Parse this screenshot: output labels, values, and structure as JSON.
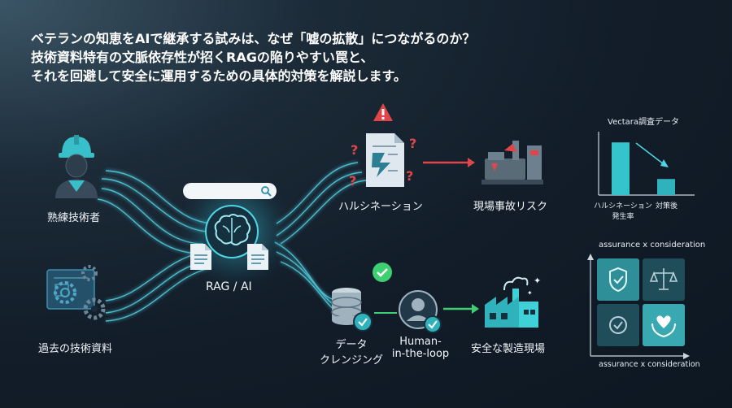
{
  "headline": {
    "line1": "ベテランの知恵をAIで継承する試みは、なぜ「嘘の拡散」につながるのか？",
    "line2": "技術資料特有の文脈依存性が招くRAGの陥りやすい罠と、",
    "line3": "それを回避して安全に運用するための具体的対策を解説します。"
  },
  "nodes": {
    "expert": "熟練技術者",
    "documents": "過去の技術資料",
    "rag": "RAG / AI",
    "hallucination": "ハルシネーション",
    "risk": "現場事故リスク",
    "data_cleansing_1": "データ",
    "data_cleansing_2": "クレンジング",
    "human_1": "Human-",
    "human_2": "in-the-loop",
    "safe": "安全な製造現場"
  },
  "chart_data": {
    "type": "bar",
    "title": "Vectara調査データ",
    "categories": [
      "ハルシネーション\n発生率",
      "対策後"
    ],
    "category_lines": [
      [
        "ハルシネーション",
        "発生率"
      ],
      [
        "対策後"
      ]
    ],
    "values": [
      0.72,
      0.22
    ],
    "trend": "decrease",
    "colors": [
      "#35c3cc",
      "#2fb2bb"
    ]
  },
  "matrix": {
    "title_top": "assurance x consideration",
    "title_bottom": "assurance  x  consideration",
    "cells": [
      {
        "icon": "shield-check-icon",
        "tone": "#2f8f98"
      },
      {
        "icon": "scales-icon",
        "tone": "#1f4e5a"
      },
      {
        "icon": "check-circle-icon",
        "tone": "#1f4e5a"
      },
      {
        "icon": "hands-heart-icon",
        "tone": "#3aa8b1"
      }
    ]
  },
  "colors": {
    "accent": "#4fd6e6",
    "danger": "#e0454a",
    "success": "#3fcf73"
  }
}
